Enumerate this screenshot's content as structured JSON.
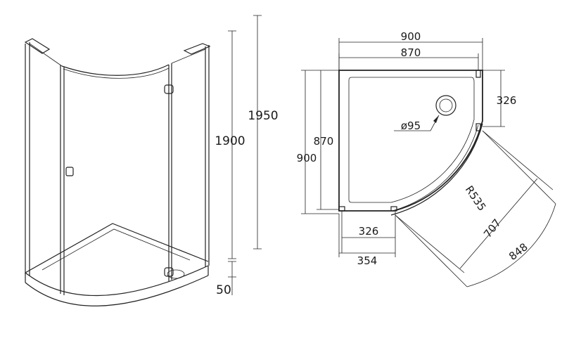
{
  "perspective": {
    "height_total": "1950",
    "height_glass": "1900",
    "tray_height": "50"
  },
  "plan": {
    "width_outer": "900",
    "width_inner": "870",
    "depth_outer": "900",
    "depth_inner": "870",
    "side_panel": "326",
    "drain_diameter": "ø95",
    "radius": "R535",
    "bottom_panel": "326",
    "bottom_offset": "354",
    "diagonal": "707",
    "arc_span": "848"
  },
  "colors": {
    "stroke": "#222222",
    "background": "#ffffff"
  }
}
